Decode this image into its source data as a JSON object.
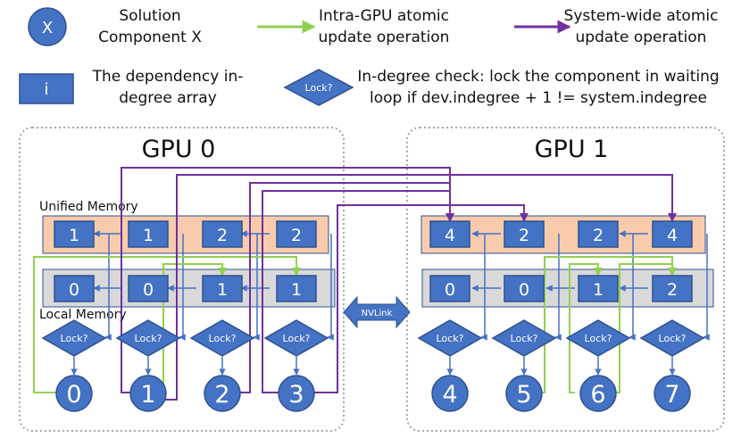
{
  "legend": {
    "component_symbol": "X",
    "component_text": [
      "Solution",
      "Component X"
    ],
    "intra_gpu_text": [
      "Intra-GPU atomic",
      "update operation"
    ],
    "system_wide_text": [
      "System-wide atomic",
      "update operation"
    ],
    "array_symbol": "i",
    "array_text": [
      "The dependency in-",
      "degree array"
    ],
    "lock_symbol": "Lock?",
    "lock_text": [
      "In-degree check: lock the component in waiting",
      "loop if dev.indegree + 1 != system.indegree"
    ]
  },
  "labels": {
    "gpu0": "GPU 0",
    "gpu1": "GPU 1",
    "unified_memory": "Unified Memory",
    "local_memory": "Local Memory",
    "nvlink": "NVLink"
  },
  "unified_values": [
    "1",
    "1",
    "2",
    "2",
    "4",
    "2",
    "2",
    "4"
  ],
  "local_values": [
    "0",
    "0",
    "1",
    "1",
    "0",
    "0",
    "1",
    "2"
  ],
  "lock_label": "Lock?",
  "components": [
    "0",
    "1",
    "2",
    "3",
    "4",
    "5",
    "6",
    "7"
  ],
  "colors": {
    "node_blue": "#4472C4",
    "node_border": "#2F528F",
    "unified_band": "#F8CBAD",
    "local_band": "#D9D9D9",
    "intra_gpu_green": "#92D050",
    "system_purple": "#7030A0",
    "arrow_blue": "#4472C4"
  }
}
